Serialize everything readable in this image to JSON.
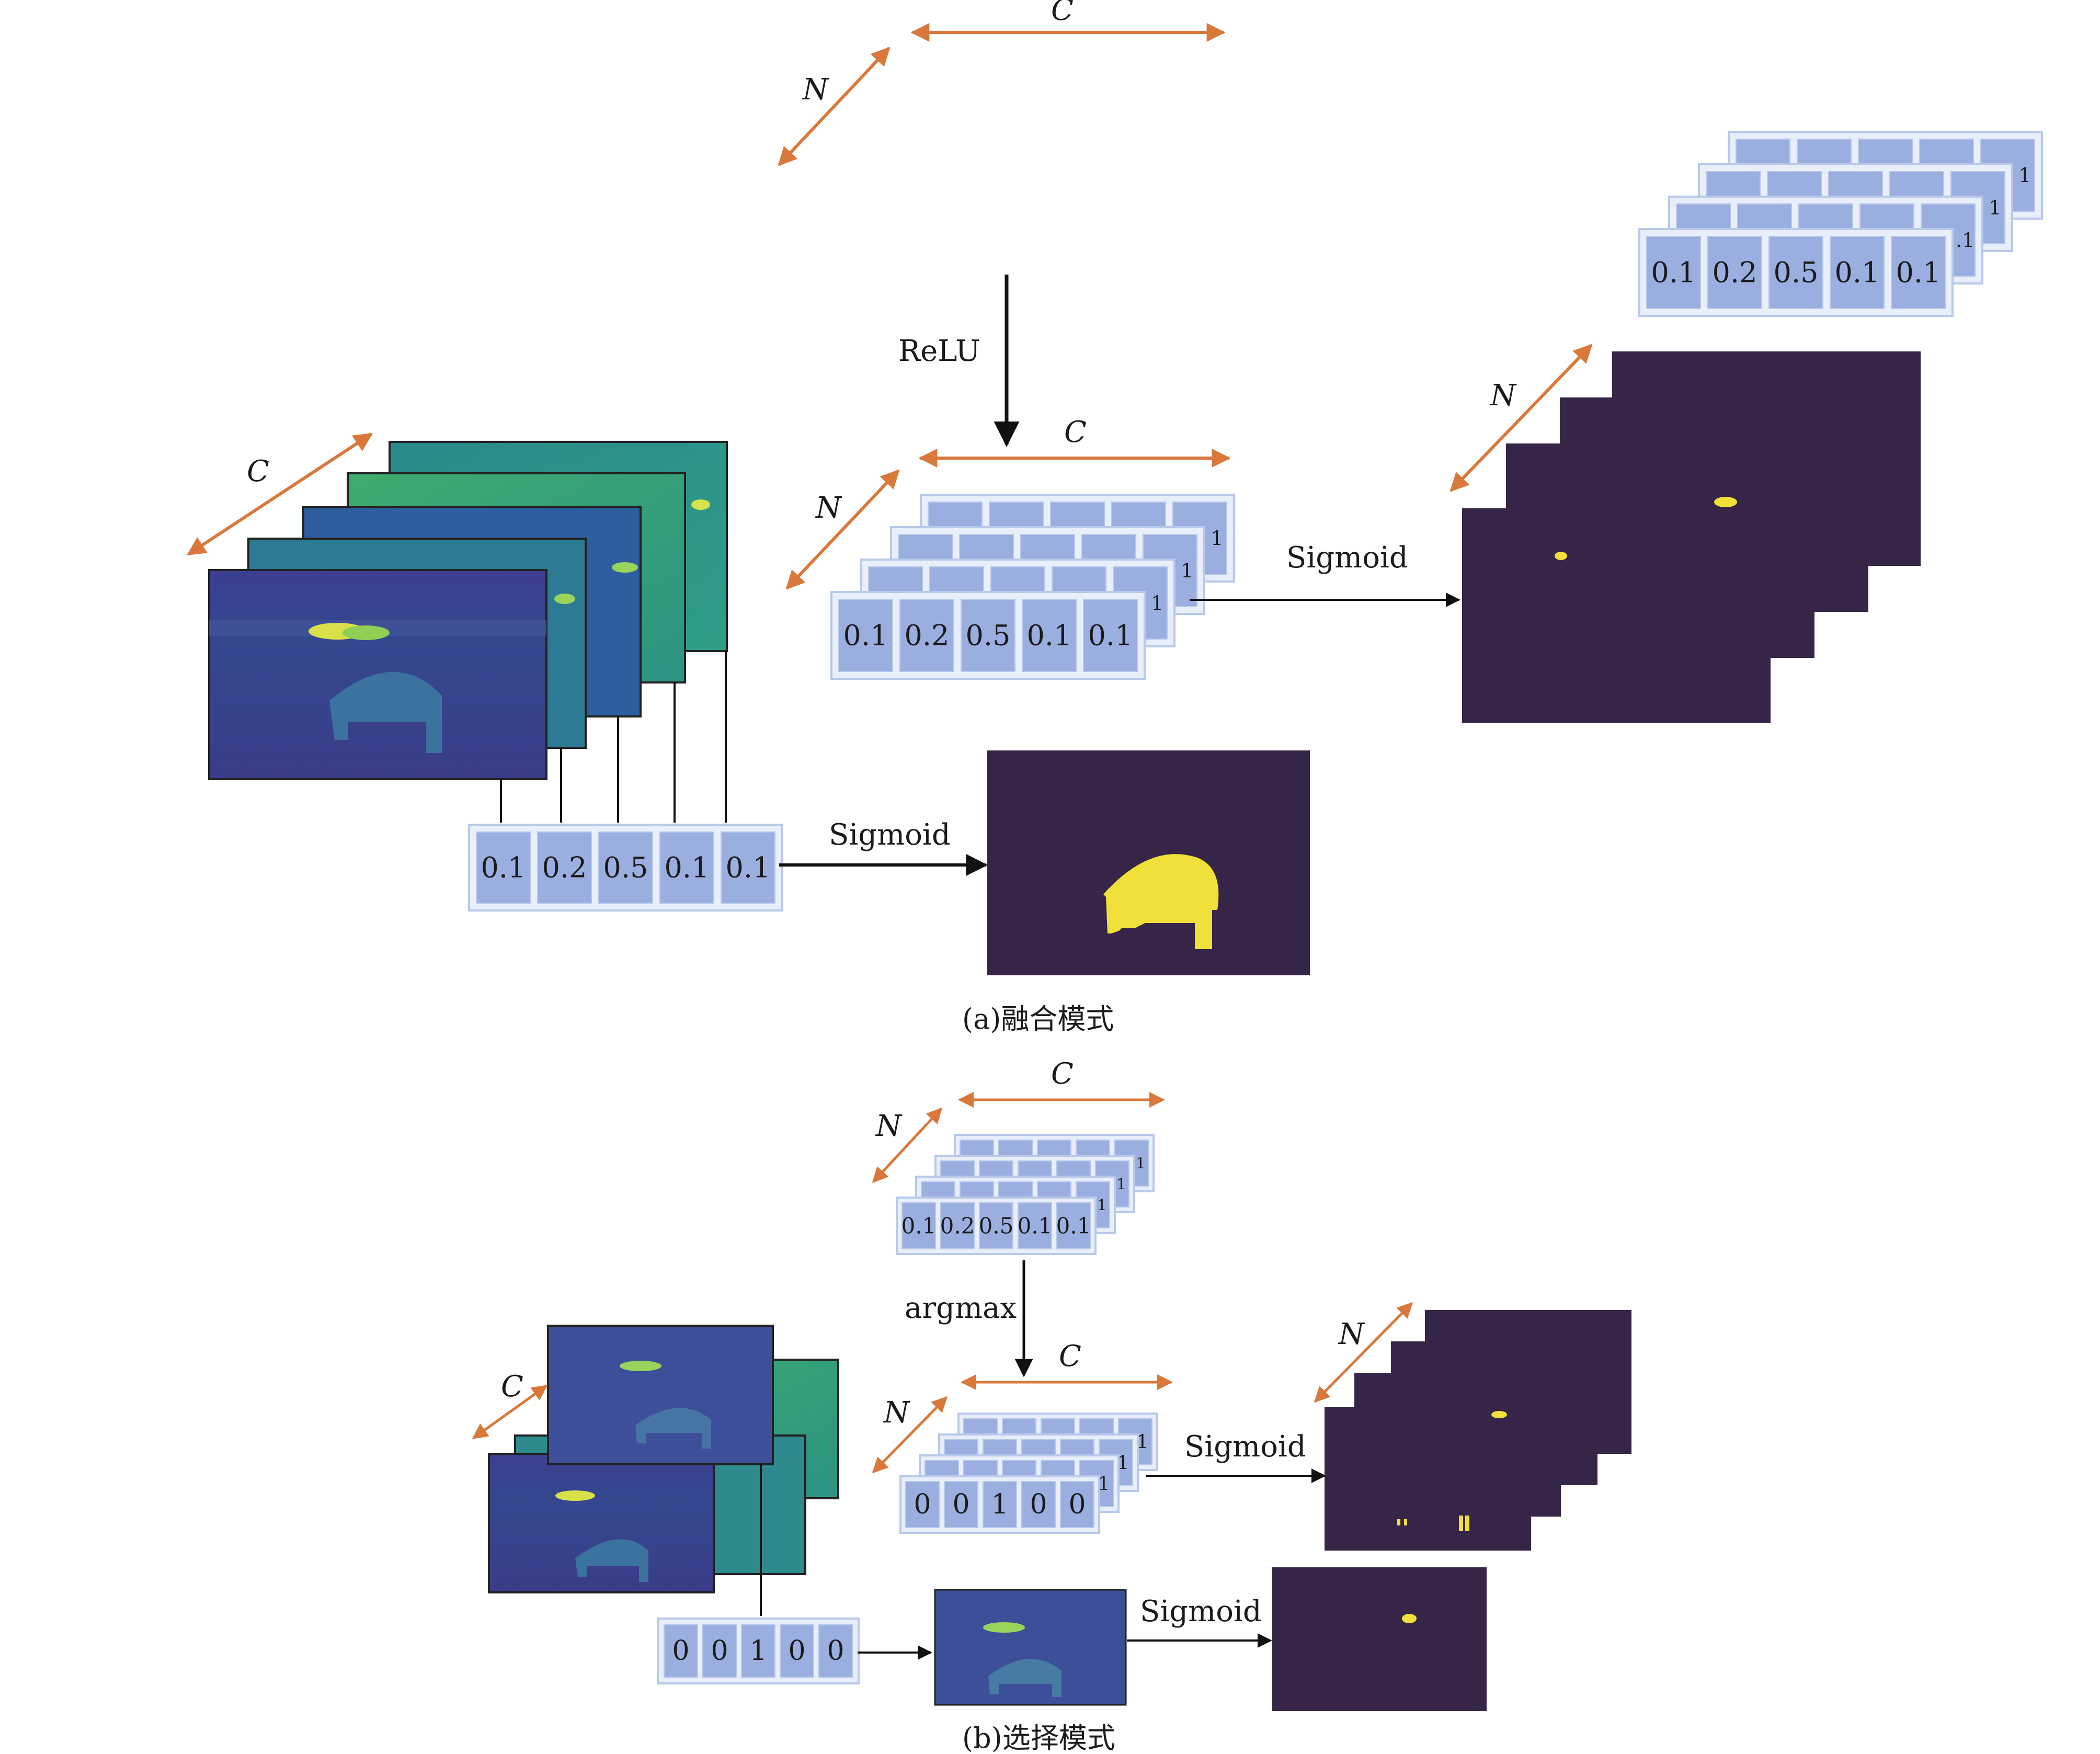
{
  "colors": {
    "arrow_orange": "#d9783a",
    "cell_fill": "#9aaee0",
    "cell_border": "#b8c9ea",
    "panel_fill": "#e8eefa",
    "mask_bg": "#372547",
    "mask_fg": "#f2e03a"
  },
  "panel_a": {
    "caption": "(a)融合模式",
    "top_vector": [
      "0.1",
      "0.2",
      "0.5",
      "0.1",
      "0.1"
    ],
    "top_partial": [
      ".1",
      "1",
      "1"
    ],
    "dim_c": "C",
    "dim_n": "N",
    "relu_label": "ReLU",
    "mid_vector": [
      "0.1",
      "0.2",
      "0.5",
      "0.1",
      "0.1"
    ],
    "mid_partial": [
      "1",
      "1",
      "1"
    ],
    "dim_c2": "C",
    "dim_n2": "N",
    "stack_c": "C",
    "sigmoid_right": "Sigmoid",
    "stack_n": "N",
    "weights_vector": [
      "0.1",
      "0.2",
      "0.5",
      "0.1",
      "0.1"
    ],
    "sigmoid_bottom": "Sigmoid"
  },
  "panel_b": {
    "caption": "(b)选择模式",
    "top_vector": [
      "0.1",
      "0.2",
      "0.5",
      "0.1",
      "0.1"
    ],
    "top_partial": [
      "1",
      "1",
      "1"
    ],
    "dim_c": "C",
    "dim_n": "N",
    "argmax_label": "argmax",
    "mid_vector": [
      "0",
      "0",
      "1",
      "0",
      "0"
    ],
    "mid_partial": [
      "1",
      "1",
      "1"
    ],
    "dim_c2": "C",
    "dim_n2": "N",
    "stack_c": "C",
    "sigmoid_right": "Sigmoid",
    "stack_n": "N",
    "onehot_vector": [
      "0",
      "0",
      "1",
      "0",
      "0"
    ],
    "sigmoid_bottom": "Sigmoid"
  }
}
